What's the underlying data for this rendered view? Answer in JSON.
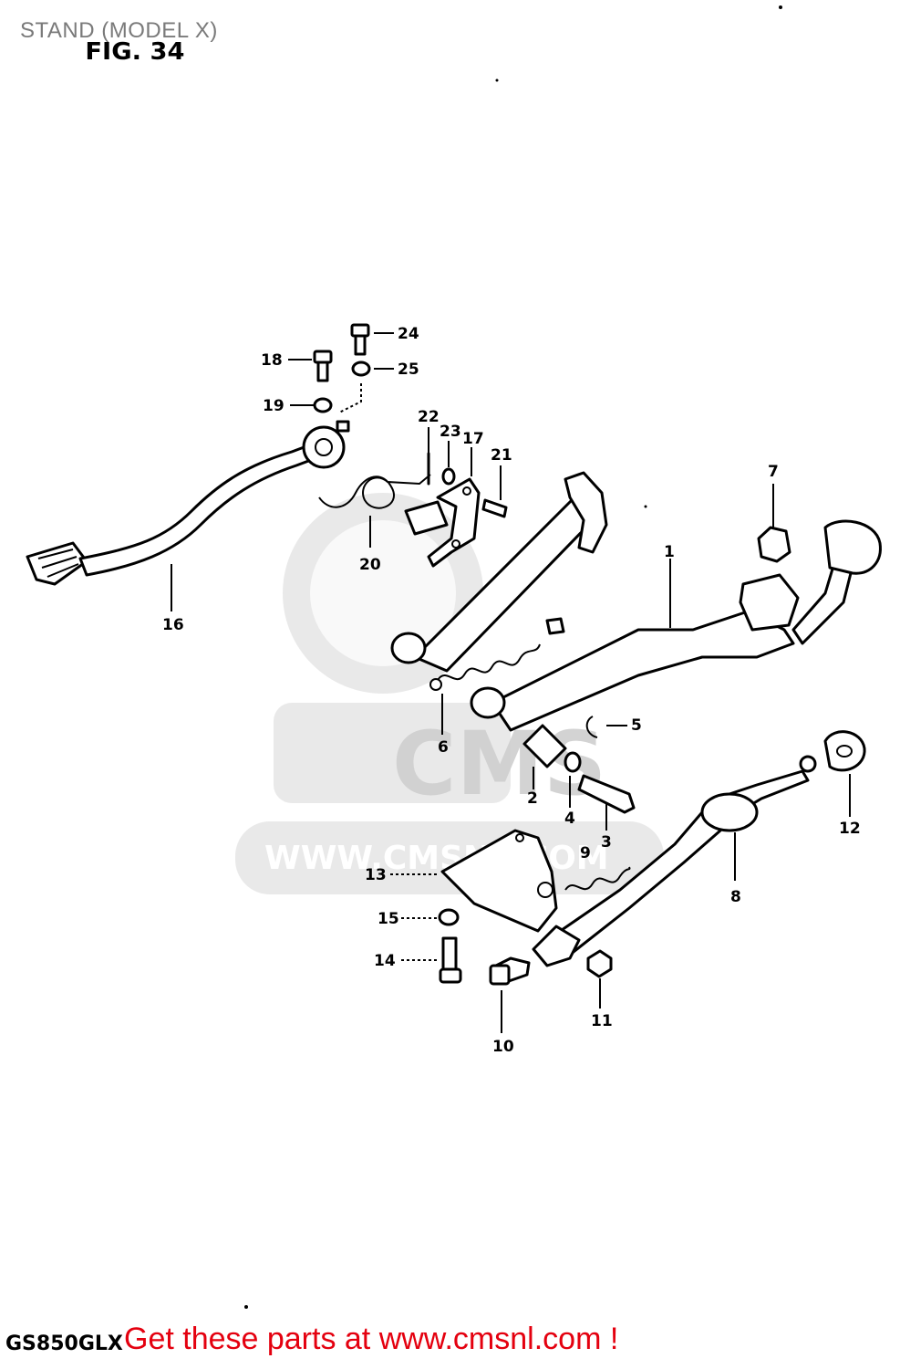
{
  "header": {
    "title": "STAND (MODEL X)",
    "figure": "FIG. 34"
  },
  "watermark": {
    "brand": "CMS",
    "url": "WWW.CMSNL.COM"
  },
  "parts": [
    "1",
    "2",
    "3",
    "4",
    "5",
    "6",
    "7",
    "8",
    "9",
    "10",
    "11",
    "12",
    "13",
    "14",
    "15",
    "16",
    "17",
    "18",
    "19",
    "20",
    "21",
    "22",
    "23",
    "24",
    "25"
  ],
  "footer": {
    "model": "GS850GLX",
    "cta": "Get these parts at www.cmsnl.com !"
  },
  "colors": {
    "cta": "#e4000f",
    "title": "#7a7a7a",
    "watermark": "#d7d7d7"
  }
}
